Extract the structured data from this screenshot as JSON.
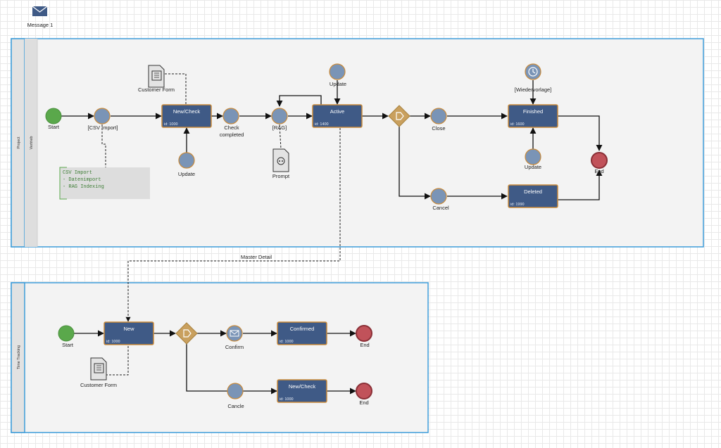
{
  "message": {
    "label": "Message 1",
    "icon": "envelope-icon"
  },
  "pools": {
    "project": {
      "label": "Project",
      "lane_label": "Vertrieb"
    },
    "time_tracking": {
      "label": "Time Tracking"
    }
  },
  "project": {
    "start_label": "Start",
    "csv_import_label": "[CSV Import]",
    "customer_form_label": "Customer Form",
    "newcheck": {
      "title": "New/Check",
      "id": "id: 1000"
    },
    "check_completed_label": "Check\ncompleted",
    "update_label_1": "Update",
    "rag_label": "[RAG]",
    "prompt_label": "Prompt",
    "active": {
      "title": "Active",
      "id": "id: 1400"
    },
    "update_label_2": "Update",
    "close_label": "Close",
    "cancel_label": "Cancel",
    "finished": {
      "title": "Finished",
      "id": "id: 1600"
    },
    "wiedervorlage_label": "[Wiedervorlage]",
    "update_label_3": "Update",
    "deleted": {
      "title": "Deleted",
      "id": "id: 1990"
    },
    "end_label": "End",
    "note_lines": [
      "CSV Import",
      "- Datenimport",
      "- RAG Indexing"
    ]
  },
  "master_detail_label": "Master Detail",
  "time_tracking": {
    "start_label": "Start",
    "new": {
      "title": "New",
      "id": "id: 1000"
    },
    "customer_form_label": "Customer Form",
    "confirm_label": "Confirm",
    "confirmed": {
      "title": "Confirmed",
      "id": "id: 1000"
    },
    "end_label_1": "End",
    "cancle_label": "Cancle",
    "newcheck": {
      "title": "New/Check",
      "id": "id: 1000"
    },
    "end_label_2": "End"
  },
  "colors": {
    "task_fill": "#3f5a86",
    "task_border": "#c98a3a",
    "event_fill": "#7a94b6",
    "event_border": "#c98a3a",
    "start_fill": "#5aa84b",
    "end_fill": "#c1525a",
    "gateway_fill": "#c9a05e",
    "pool_border": "#3d9cd9"
  }
}
